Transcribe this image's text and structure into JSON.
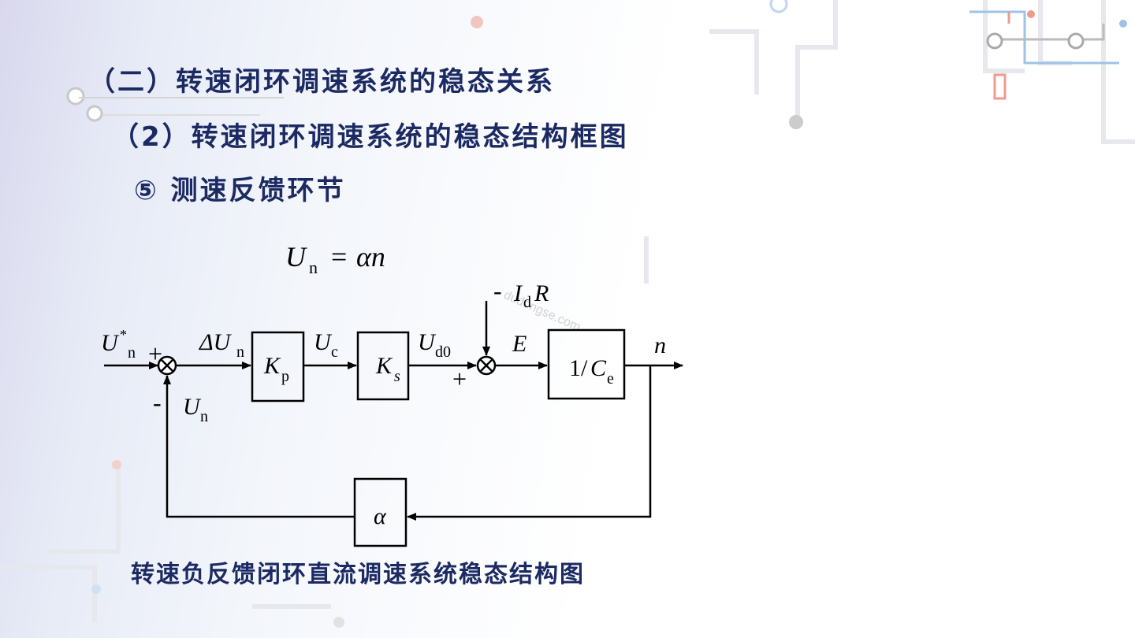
{
  "headings": {
    "h1": "（二）转速闭环调速系统的稳态关系",
    "h2": "（2）转速闭环调速系统的稳态结构框图",
    "h3": "⑤ 测速反馈环节"
  },
  "equation": {
    "lhs_main": "U",
    "lhs_sub": "n",
    "op": "=",
    "rhs": "αn"
  },
  "diagram": {
    "input": {
      "main": "U",
      "sup": "*",
      "sub": "n"
    },
    "sum1_plus": "+",
    "sum1_minus": "-",
    "delta_un": {
      "main": "ΔU",
      "sub": "n"
    },
    "block_kp": {
      "main": "K",
      "sub": "p"
    },
    "uc": {
      "main": "U",
      "sub": "c"
    },
    "block_ks": {
      "main": "K",
      "sub": "s"
    },
    "ud0": {
      "main": "U",
      "sub": "d0"
    },
    "disturbance": {
      "minus": "-",
      "main": "I",
      "sub": "d",
      "tail": "R"
    },
    "sum2_plus": "+",
    "e_label": "E",
    "block_ce": {
      "prefix": "1/",
      "main": "C",
      "sub": "e"
    },
    "output": "n",
    "feedback_un": {
      "main": "U",
      "sub": "n"
    },
    "block_alpha": "α"
  },
  "caption": "转速负反馈闭环直流调速系统稳态结构图",
  "watermark": "dudongse.com"
}
